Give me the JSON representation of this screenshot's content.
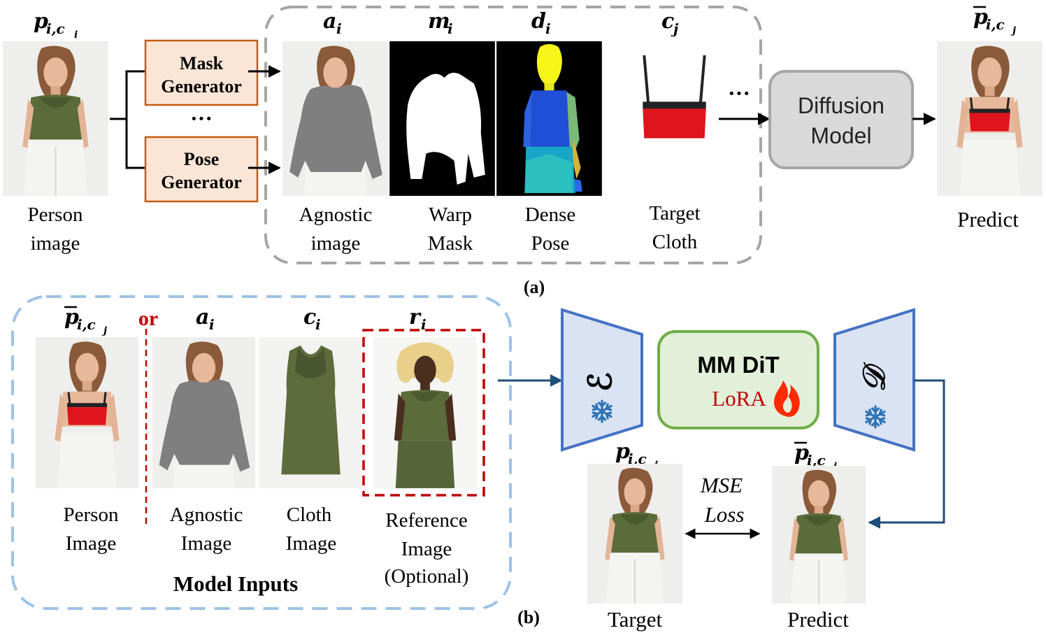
{
  "colors": {
    "arrow": "#000000",
    "dashed_box_a": "#a6a6a6",
    "dashed_box_b": "#9dc3e6",
    "generator_fill": "#fbe5d6",
    "generator_stroke": "#c55a11",
    "diffusion_fill": "#d9d9d9",
    "diffusion_stroke": "#a6a6a6",
    "encoder_fill": "#dae3f3",
    "encoder_stroke": "#4472c4",
    "mmdit_fill": "#e2f0d9",
    "mmdit_stroke": "#70ad47",
    "lora_text": "#c00000",
    "flame": "#ff2a00",
    "snowflake": "#2e75b6",
    "ref_box_stroke": "#c00000",
    "or_text": "#c00000",
    "blue_arrow": "#1f4e79"
  },
  "icons": {
    "snowflake": "snowflake-icon",
    "flame": "flame-icon"
  },
  "panel_a": {
    "caption": "(a)",
    "person": {
      "symbol": {
        "base": "p",
        "sub": "i,c",
        "subsub": "i",
        "bar": false
      },
      "label_lines": [
        "Person",
        "image"
      ]
    },
    "mask_generator_lines": [
      "Mask",
      "Generator"
    ],
    "pose_generator_lines": [
      "Pose",
      "Generator"
    ],
    "generator_ellipsis": "···",
    "inputs": [
      {
        "key": "agnostic",
        "symbol": {
          "base": "a",
          "sub": "i"
        },
        "label_lines": [
          "Agnostic",
          "image"
        ]
      },
      {
        "key": "warp_mask",
        "symbol": {
          "base": "m",
          "sub": "i"
        },
        "label_lines": [
          "Warp",
          "Mask"
        ]
      },
      {
        "key": "dense_pose",
        "symbol": {
          "base": "d",
          "sub": "i"
        },
        "label_lines": [
          "Dense",
          "Pose"
        ]
      },
      {
        "key": "target_cloth",
        "symbol": {
          "base": "c",
          "sub": "j"
        },
        "label_lines": [
          "Target",
          "Cloth"
        ]
      }
    ],
    "inputs_ellipsis": "···",
    "diffusion_lines": [
      "Diffusion",
      "Model"
    ],
    "predict": {
      "symbol": {
        "base": "p",
        "sub": "i,c",
        "subsub": "j",
        "bar": true
      },
      "label": "Predict"
    }
  },
  "panel_b": {
    "caption": "(b)",
    "model_inputs_label": "Model Inputs",
    "or_label": "or",
    "inputs": [
      {
        "key": "person",
        "symbol": {
          "base": "p",
          "sub": "i,c",
          "subsub": "j",
          "bar": true
        },
        "label_lines": [
          "Person",
          "Image"
        ]
      },
      {
        "key": "agnostic",
        "symbol": {
          "base": "a",
          "sub": "i"
        },
        "label_lines": [
          "Agnostic",
          "Image"
        ]
      },
      {
        "key": "cloth",
        "symbol": {
          "base": "c",
          "sub": "i"
        },
        "label_lines": [
          "Cloth",
          "Image"
        ]
      },
      {
        "key": "reference",
        "symbol": {
          "base": "r",
          "sub": "i"
        },
        "label_lines": [
          "Reference",
          "Image",
          "(Optional)"
        ]
      }
    ],
    "encoder_symbol": "ℰ",
    "decoder_symbol": "𝒟",
    "mmdit_label": "MM DiT",
    "lora_label": "LoRA",
    "target": {
      "symbol": {
        "base": "p",
        "sub": "i,c",
        "subsub": "i",
        "bar": false
      },
      "label": "Target"
    },
    "predict": {
      "symbol": {
        "base": "p",
        "sub": "i,c",
        "subsub": "i",
        "bar": true
      },
      "label": "Predict"
    },
    "loss_lines": [
      "MSE",
      "Loss"
    ]
  }
}
